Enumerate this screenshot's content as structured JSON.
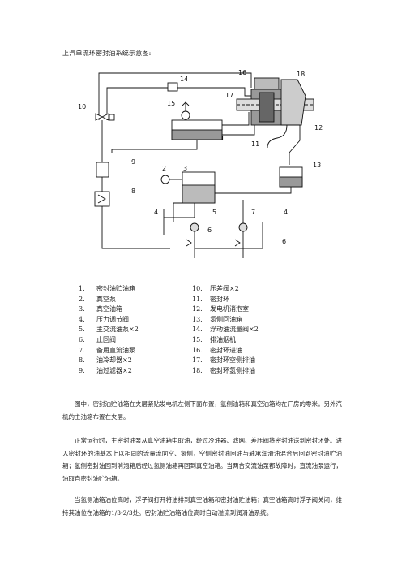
{
  "title": "上汽单流环密封油系统示意图:",
  "legend": {
    "left": [
      {
        "num": "1.",
        "text": "密封油贮油箱"
      },
      {
        "num": "2.",
        "text": "真空泵"
      },
      {
        "num": "3.",
        "text": "真空油箱"
      },
      {
        "num": "4.",
        "text": "压力调节阀"
      },
      {
        "num": "5.",
        "text": "主交流油泵×2"
      },
      {
        "num": "6.",
        "text": "止回阀"
      },
      {
        "num": "7.",
        "text": "备用直流油泵"
      },
      {
        "num": "8.",
        "text": "油冷却器×2"
      },
      {
        "num": "9.",
        "text": "油过滤器×2"
      }
    ],
    "right": [
      {
        "num": "10.",
        "text": "压差阀×2"
      },
      {
        "num": "11.",
        "text": "密封环"
      },
      {
        "num": "12.",
        "text": "发电机消泡室"
      },
      {
        "num": "13.",
        "text": "氢侧回油箱"
      },
      {
        "num": "14.",
        "text": "浮动油流量阀×2"
      },
      {
        "num": "15.",
        "text": "排油烟机"
      },
      {
        "num": "16.",
        "text": "密封环进油"
      },
      {
        "num": "17.",
        "text": "密封环空侧排油"
      },
      {
        "num": "18.",
        "text": "密封环氢侧排油"
      }
    ]
  },
  "diagram_labels": {
    "l1": "1",
    "l2": "2",
    "l3": "3",
    "l4a": "4",
    "l4b": "4",
    "l5": "5",
    "l6a": "6",
    "l6b": "6",
    "l7": "7",
    "l8": "8",
    "l9": "9",
    "l10": "10",
    "l11": "11",
    "l12": "12",
    "l13": "13",
    "l14": "14",
    "l15": "15",
    "l16": "16",
    "l17": "17",
    "l18": "18"
  },
  "paragraphs": [
    "图中，密封油贮油箱在夹层紧贴发电机左侧下面布置，氢侧油箱和真空油箱均在厂房的零米。另外汽机的主油箱布置在夹层。",
    "正常运行时，主密封油泵从真空油箱中取油，经过冷油器、滤网、差压阀将密封油送到密封环处。进入密封环的油基本上以相同的流量流向空、氢侧，空侧密封油回油与轴承润滑油混合后回到密封油贮油箱；氢侧密封油回到消泡箱后经过氢侧油箱再回到真空油箱。当两台交流油泵都故障时，直流油泵运行，油取自密封油贮油箱。",
    "当氢侧油箱油位高时，浮子阀打开将油排到真空油箱和密封油贮油箱；真空油箱高时浮子阀关闭，维持其油位在油箱的1/3-2/3处。密封油贮油箱油位高时自动溢流到润滑油系统。"
  ]
}
